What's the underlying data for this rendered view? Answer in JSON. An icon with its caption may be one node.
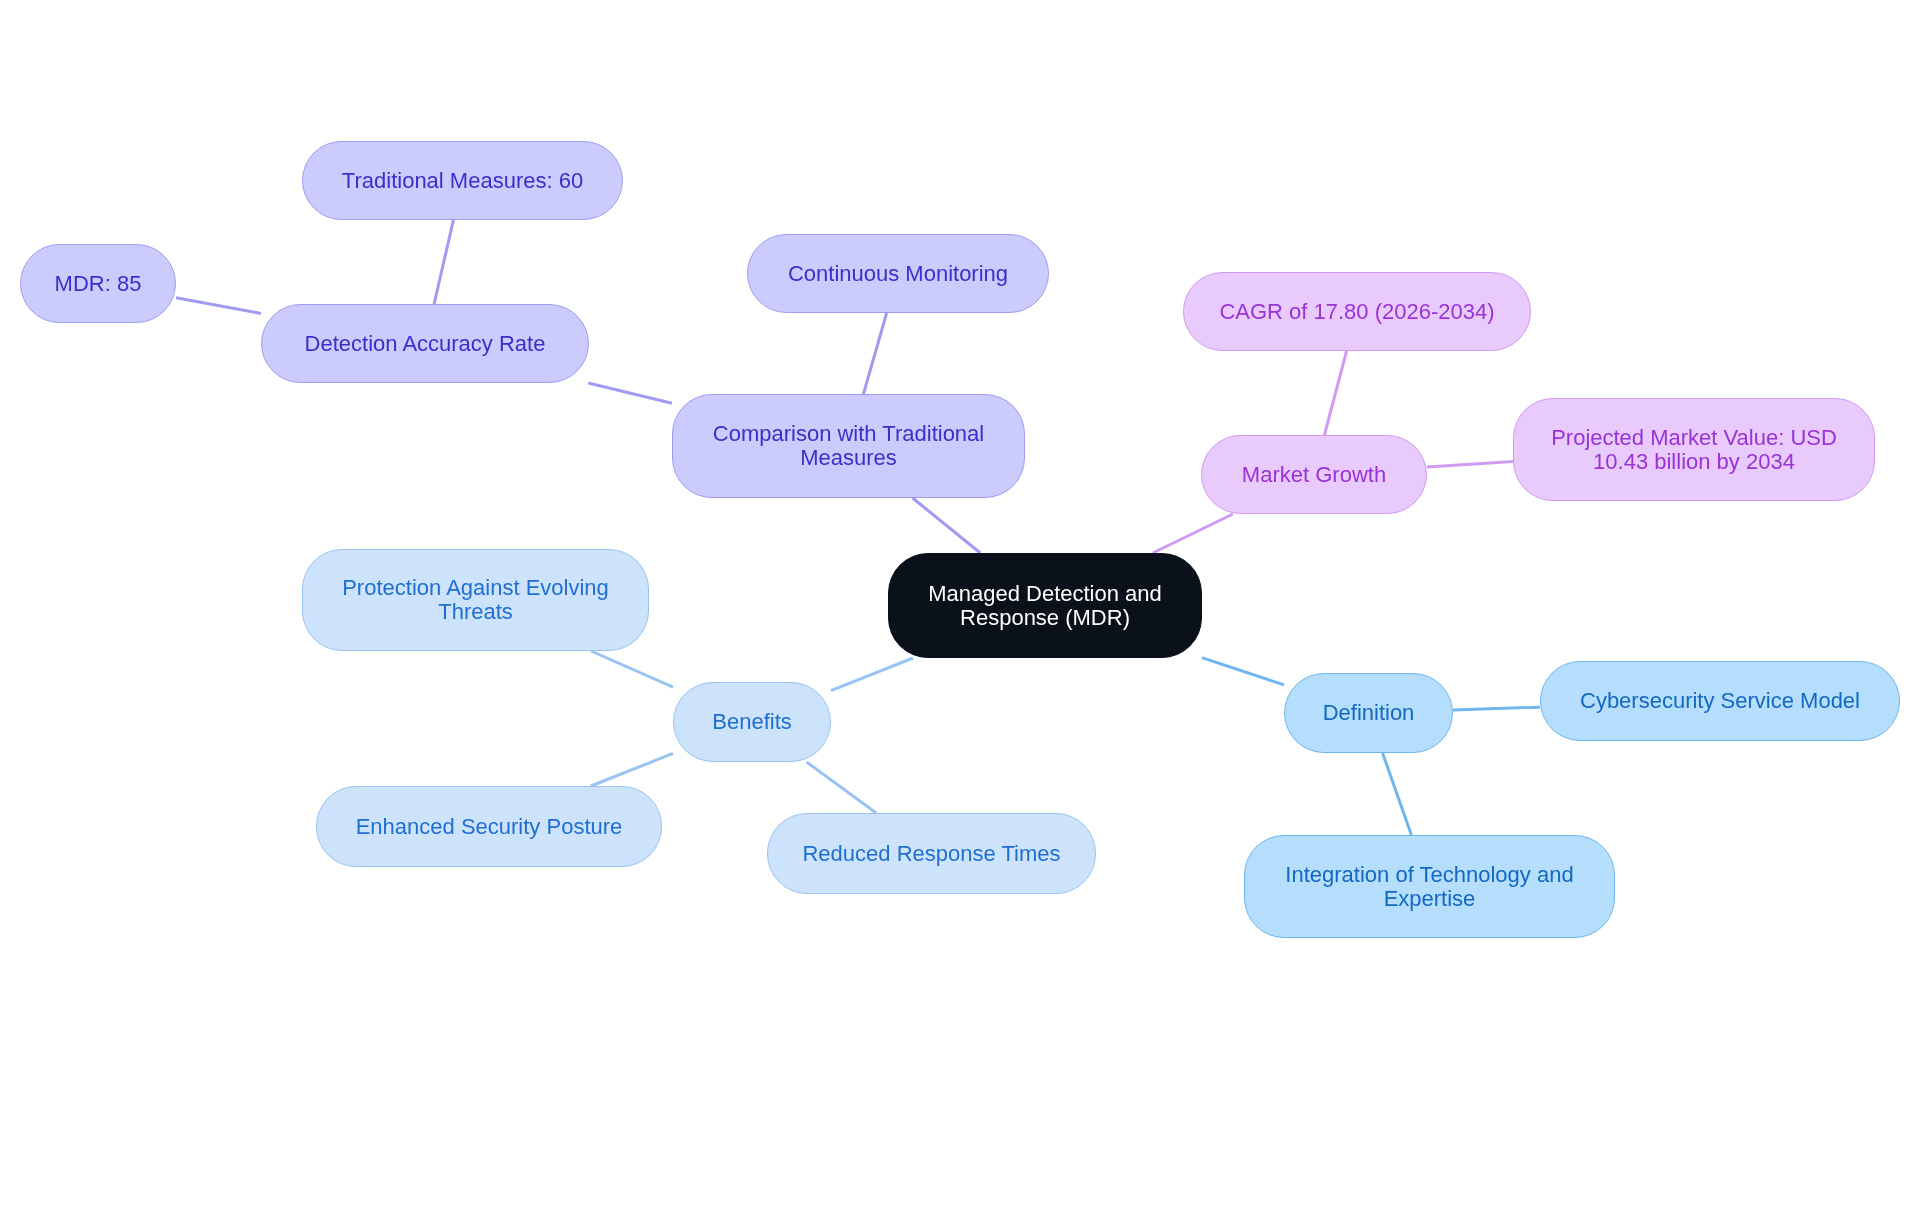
{
  "diagram": {
    "nodes": [
      {
        "text": [
          "Managed Detection and Response (MDR)"
        ]
      },
      {
        "text": [
          "Comparison with Traditional Measures"
        ]
      },
      {
        "text": [
          "Detection Accuracy Rate"
        ]
      },
      {
        "text": [
          "Traditional Measures: 60"
        ]
      },
      {
        "text": [
          "MDR: 85"
        ]
      },
      {
        "text": [
          "Continuous Monitoring"
        ]
      },
      {
        "text": [
          "Market Growth"
        ]
      },
      {
        "text": [
          "CAGR of 17.80 (2026-2034)"
        ]
      },
      {
        "text": [
          "Projected Market Value: USD 10.43 billion by 2034"
        ]
      },
      {
        "text": [
          "Benefits"
        ]
      },
      {
        "text": [
          "Protection Against Evolving Threats"
        ]
      },
      {
        "text": [
          "Enhanced Security Posture"
        ]
      },
      {
        "text": [
          "Reduced Response Times"
        ]
      },
      {
        "text": [
          "Definition"
        ]
      },
      {
        "text": [
          "Cybersecurity Service Model"
        ]
      },
      {
        "text": [
          "Integration of Technology and Expertise"
        ]
      }
    ],
    "edges": [
      {
        "from": 0,
        "to": 1,
        "arrow": "none",
        "color": "#a09bf0"
      },
      {
        "from": 1,
        "to": 2,
        "arrow": "none",
        "color": "#a09bf0"
      },
      {
        "from": 2,
        "to": 3,
        "arrow": "none",
        "color": "#a09bf0"
      },
      {
        "from": 2,
        "to": 4,
        "arrow": "none",
        "color": "#a09bf0"
      },
      {
        "from": 1,
        "to": 5,
        "arrow": "none",
        "color": "#a09bf0"
      },
      {
        "from": 0,
        "to": 6,
        "arrow": "none",
        "color": "#d09af0"
      },
      {
        "from": 6,
        "to": 7,
        "arrow": "none",
        "color": "#d09af0"
      },
      {
        "from": 6,
        "to": 8,
        "arrow": "none",
        "color": "#d09af0"
      },
      {
        "from": 0,
        "to": 9,
        "arrow": "none",
        "color": "#99c4f2"
      },
      {
        "from": 9,
        "to": 10,
        "arrow": "none",
        "color": "#99c4f2"
      },
      {
        "from": 9,
        "to": 11,
        "arrow": "none",
        "color": "#99c4f2"
      },
      {
        "from": 9,
        "to": 12,
        "arrow": "none",
        "color": "#99c4f2"
      },
      {
        "from": 0,
        "to": 13,
        "arrow": "none",
        "color": "#6fb6ee"
      },
      {
        "from": 13,
        "to": 14,
        "arrow": "none",
        "color": "#6fb6ee"
      },
      {
        "from": 13,
        "to": 15,
        "arrow": "none",
        "color": "#6fb6ee"
      }
    ]
  }
}
